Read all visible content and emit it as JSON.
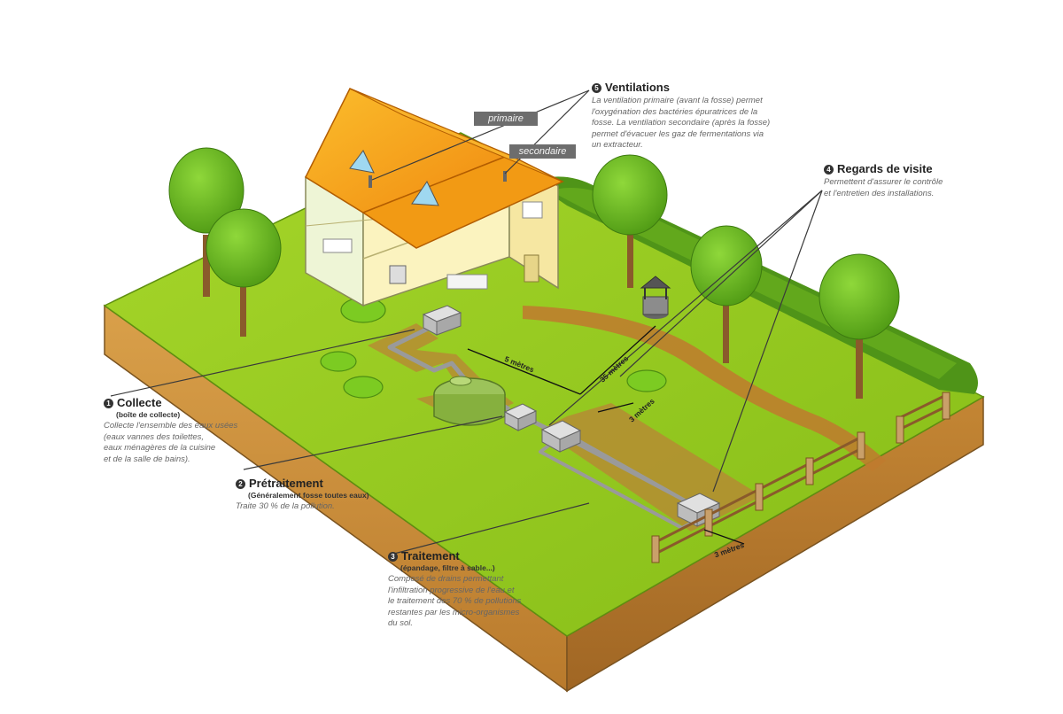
{
  "labels": {
    "collecte": {
      "num": "1",
      "title": "Collecte",
      "sub": "(boîte de collecte)",
      "desc": "Collecte l'ensemble des eaux usées\n(eaux vannes des toilettes,\neaux ménagères de la cuisine\net de la salle de bains)."
    },
    "pretraitement": {
      "num": "2",
      "title": "Prétraitement",
      "sub": "(Généralement fosse toutes eaux)",
      "desc": "Traite 30 % de la pollution."
    },
    "traitement": {
      "num": "3",
      "title": "Traitement",
      "sub": "(épandage, filtre à sable...)",
      "desc": "Composé de drains permettant\nl'infiltration progressive de l'eau et\nle traitement des 70 % de pollutions\nrestantes par les micro-organismes\ndu sol."
    },
    "regards": {
      "num": "4",
      "title": "Regards de visite",
      "desc": "Permettent d'assurer le contrôle\net l'entretien des installations."
    },
    "ventilations": {
      "num": "5",
      "title": "Ventilations",
      "desc": "La ventilation primaire (avant la fosse) permet\nl'oxygénation des bactéries épuratrices de la\nfosse. La ventilation secondaire (après la fosse)\npermet d'évacuer les gaz de fermentations via\nun extracteur."
    }
  },
  "tags": {
    "primaire": "primaire",
    "secondaire": "secondaire"
  },
  "dimensions": {
    "d5": "5 mètres",
    "d35": "35 mètres",
    "d3a": "3 mètres",
    "d3b": "3 mètres"
  },
  "colors": {
    "grass": "#9ccd1e",
    "grass_dark": "#6fa310",
    "soil": "#c98a38",
    "soil_dark": "#a56a24",
    "roof": "#f5a21c",
    "wall": "#fbf3bf",
    "tree": "#6fbf22",
    "trunk": "#8a5a2b",
    "pipe": "#9a9a9a",
    "path": "#c07a2e"
  }
}
